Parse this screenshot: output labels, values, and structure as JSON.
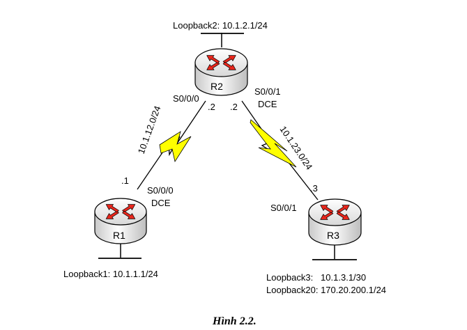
{
  "routers": {
    "r1": {
      "name": "R1",
      "loopback": "Loopback1: 10.1.1.1/24"
    },
    "r2": {
      "name": "R2",
      "loopback": "Loopback2: 10.1.2.1/24"
    },
    "r3": {
      "name": "R3",
      "loopback_lines": [
        "Loopback3:   10.1.3.1/30",
        "Loopback20: 170.20.200.1/24"
      ]
    }
  },
  "links": {
    "r1_r2": {
      "network": "10.1.12.0/24",
      "r1_host": ".1",
      "r1_interface": "S0/0/0",
      "r1_dce": "DCE",
      "r2_host": ".2",
      "r2_interface": "S0/0/0"
    },
    "r2_r3": {
      "network": "10.1.23.0/24",
      "r2_host": ".2",
      "r2_interface": "S0/0/1",
      "r2_dce": "DCE",
      "r3_host": ".3",
      "r3_interface": "S0/0/1"
    }
  },
  "caption": "Hình 2.2.",
  "colors": {
    "arrow": "#e8261c",
    "serial_link": "#ffff00",
    "outline": "#000000"
  }
}
